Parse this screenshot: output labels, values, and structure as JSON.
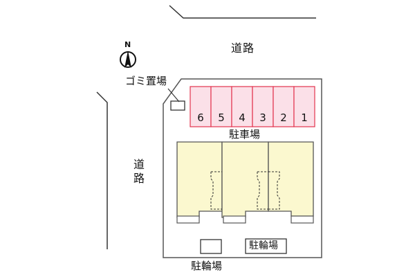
{
  "map": {
    "roads": {
      "top": "道路",
      "left": "道路"
    },
    "compass": {
      "north_letter": "N"
    },
    "garbage_area": "ゴミ置場",
    "parking": {
      "label": "駐車場",
      "slots": [
        "6",
        "5",
        "4",
        "3",
        "2",
        "1"
      ]
    },
    "bicycle_parking": {
      "inner_label": "駐輪場",
      "bottom_label": "駐輪場"
    },
    "buildings": {
      "count": 3
    },
    "colors": {
      "parking_fill": "#fbe0e8",
      "parking_stroke": "#e2324e",
      "building_fill": "#fbf8cf",
      "lot_stroke": "#555555",
      "road_line": "#333333"
    }
  }
}
